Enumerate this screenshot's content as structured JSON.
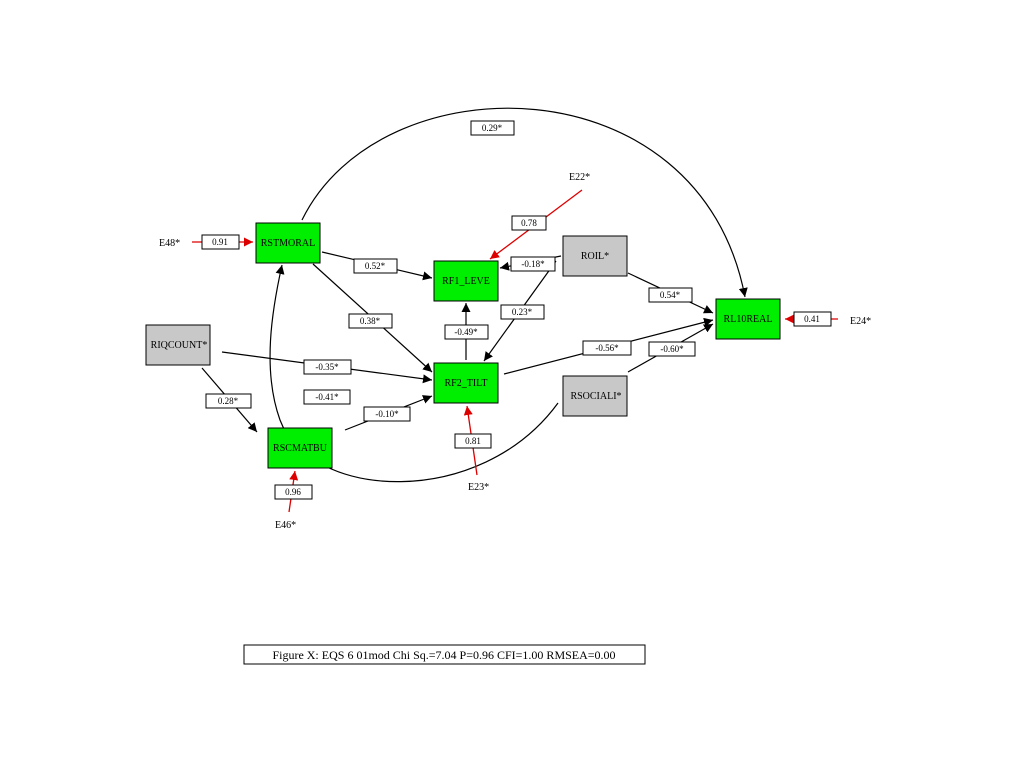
{
  "colors": {
    "endogenous_fill": "#00ee00",
    "exogenous_fill": "#c8c8c8",
    "path_stroke": "#000000",
    "error_stroke": "#dd0000"
  },
  "nodes": {
    "rstmoral": "RSTMORAL",
    "rf1_leve": "RF1_LEVE",
    "roil": "ROIL*",
    "rl10real": "RL10REAL",
    "riqcount": "RIQCOUNT*",
    "rf2_tilt": "RF2_TILT",
    "rsociali": "RSOCIALI*",
    "rscmatbu": "RSCMATBU"
  },
  "errors": {
    "e48": "E48*",
    "e22": "E22*",
    "e24": "E24*",
    "e23": "E23*",
    "e46": "E46*"
  },
  "coefficients": {
    "rstmoral_rl10real": "0.29*",
    "e22_rf1": "0.78",
    "e48_rstmoral": "0.91",
    "rstmoral_rf1": "0.52*",
    "roil_rf1": "-0.18*",
    "roil_rl10real": "0.54*",
    "roil_rf2": "0.23*",
    "rstmoral_rf2": "0.38*",
    "rf2_rf1": "-0.49*",
    "e24_rl10real": "0.41",
    "rf2_rl10real": "-0.56*",
    "rsociali_rl10real": "-0.60*",
    "riqcount_rf2": "-0.35*",
    "rsociali_rstmoral": "-0.41*",
    "riqcount_rscmatbu": "0.28*",
    "rscmatbu_rf2": "-0.10*",
    "e23_rf2": "0.81",
    "e46_rscmatbu": "0.96"
  },
  "caption": "Figure X: EQS 6 01mod Chi Sq.=7.04 P=0.96 CFI=1.00 RMSEA=0.00"
}
